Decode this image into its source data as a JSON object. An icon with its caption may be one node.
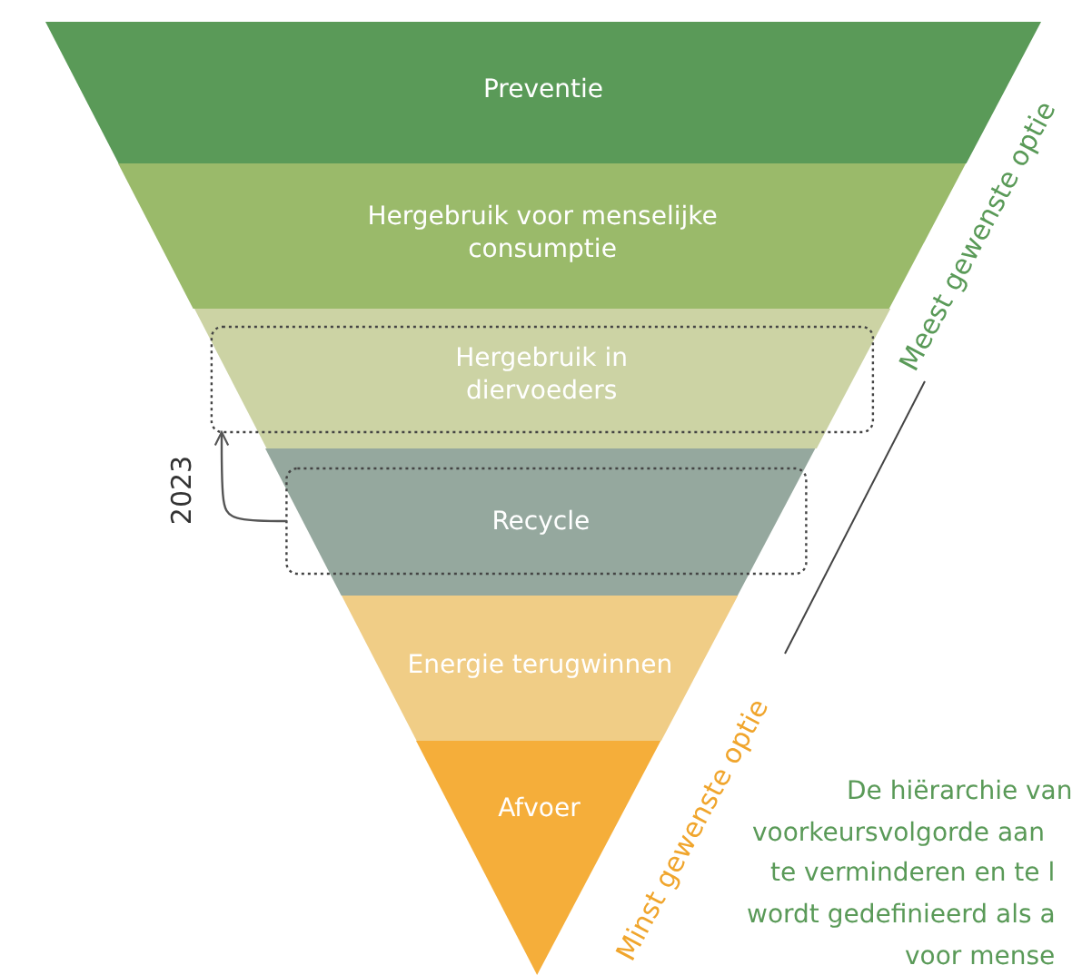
{
  "diagram": {
    "nodes": [
      {
        "text": [
          "Preventie"
        ]
      },
      {
        "text": [
          "Hergebruik voor menselijke consumptie"
        ]
      },
      {
        "text": [
          "Hergebruik in diervoeders"
        ]
      },
      {
        "text": [
          "Recycle"
        ]
      },
      {
        "text": [
          "Energie terugwinnen"
        ]
      },
      {
        "text": [
          "Afvoer"
        ]
      }
    ],
    "edges": [
      {
        "from": 3,
        "to": 2,
        "arrow": "to",
        "label": "2023"
      }
    ],
    "labels": [
      "Meest gewenste optie",
      "Minst gewenste optie",
      "De hiërarchie van",
      "voorkeursvolgorde aan",
      "te verminderen en te l",
      "wordt gedefinieerd als a",
      "voor mense"
    ]
  }
}
